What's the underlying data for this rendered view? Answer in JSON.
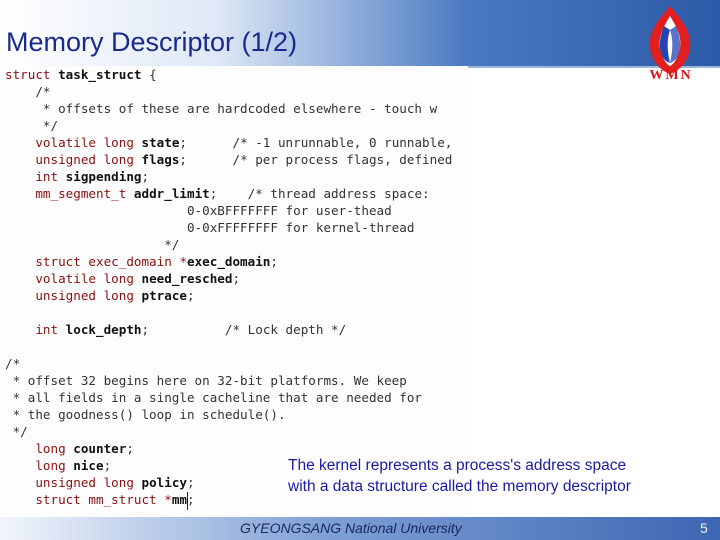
{
  "slide": {
    "title": "Memory Descriptor (1/2)",
    "logo_text": "WMN",
    "caption": [
      "The kernel represents a process's address space",
      "with a data structure called the memory descriptor"
    ],
    "footer": "GYEONGSANG National University",
    "page_number": "5"
  },
  "code_lines": [
    {
      "pre": "struct ",
      "bold": "task_struct",
      "post": " {"
    },
    {
      "pre": "    /*",
      "bold": "",
      "post": ""
    },
    {
      "pre": "     * offsets of these are hardcoded elsewhere - touch w",
      "bold": "",
      "post": ""
    },
    {
      "pre": "     */",
      "bold": "",
      "post": ""
    },
    {
      "pre": "    volatile long ",
      "bold": "state",
      "post": ";      /* -1 unrunnable, 0 runnable,"
    },
    {
      "pre": "    unsigned long ",
      "bold": "flags",
      "post": ";      /* per process flags, defined"
    },
    {
      "pre": "    int ",
      "bold": "sigpending",
      "post": ";"
    },
    {
      "pre": "    mm_segment_t ",
      "bold": "addr_limit",
      "post": ";    /* thread address space:"
    },
    {
      "pre": "                        0-0xBFFFFFFF for user-thead",
      "bold": "",
      "post": ""
    },
    {
      "pre": "                        0-0xFFFFFFFF for kernel-thread",
      "bold": "",
      "post": ""
    },
    {
      "pre": "                     */",
      "bold": "",
      "post": ""
    },
    {
      "pre": "    struct exec_domain *",
      "bold": "exec_domain",
      "post": ";"
    },
    {
      "pre": "    volatile long ",
      "bold": "need_resched",
      "post": ";"
    },
    {
      "pre": "    unsigned long ",
      "bold": "ptrace",
      "post": ";"
    },
    {
      "pre": "",
      "bold": "",
      "post": ""
    },
    {
      "pre": "    int ",
      "bold": "lock_depth",
      "post": ";          /* Lock depth */"
    },
    {
      "pre": "",
      "bold": "",
      "post": ""
    },
    {
      "pre": "/*",
      "bold": "",
      "post": ""
    },
    {
      "pre": " * offset 32 begins here on 32-bit platforms. We keep",
      "bold": "",
      "post": ""
    },
    {
      "pre": " * all fields in a single cacheline that are needed for",
      "bold": "",
      "post": ""
    },
    {
      "pre": " * the goodness() loop in schedule().",
      "bold": "",
      "post": ""
    },
    {
      "pre": " */",
      "bold": "",
      "post": ""
    },
    {
      "pre": "    long ",
      "bold": "counter",
      "post": ";"
    },
    {
      "pre": "    long ",
      "bold": "nice",
      "post": ";"
    },
    {
      "pre": "    unsigned long ",
      "bold": "policy",
      "post": ";"
    },
    {
      "pre": "    struct mm_struct *",
      "bold": "mm",
      "post": ";"
    }
  ]
}
